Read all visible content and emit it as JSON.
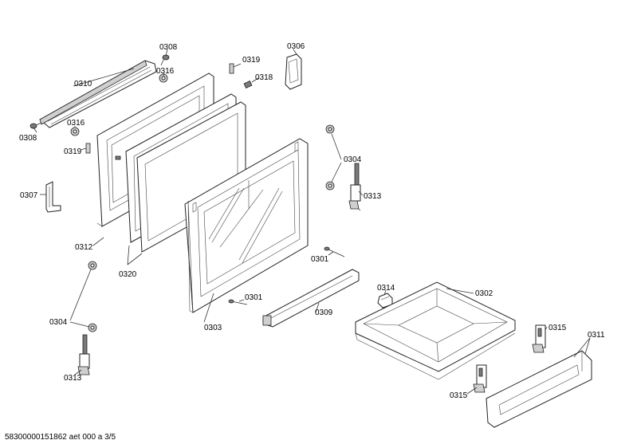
{
  "labels": {
    "l0308a": "0308",
    "l0316a": "0316",
    "l0319a": "0319",
    "l0318": "0318",
    "l0306": "0306",
    "l0310": "0310",
    "l0316b": "0316",
    "l0308b": "0308",
    "l0319b": "0319",
    "l0307": "0307",
    "l0312": "0312",
    "l0320": "0320",
    "l0304a": "0304",
    "l0313a": "0313",
    "l0301a": "0301",
    "l0301b": "0301",
    "l0303": "0303",
    "l0309": "0309",
    "l0314": "0314",
    "l0302": "0302",
    "l0304b": "0304",
    "l0313b": "0313",
    "l0315a": "0315",
    "l0311": "0311",
    "l0315b": "0315"
  },
  "footer": "58300000151862 aet 000 a 3/5"
}
